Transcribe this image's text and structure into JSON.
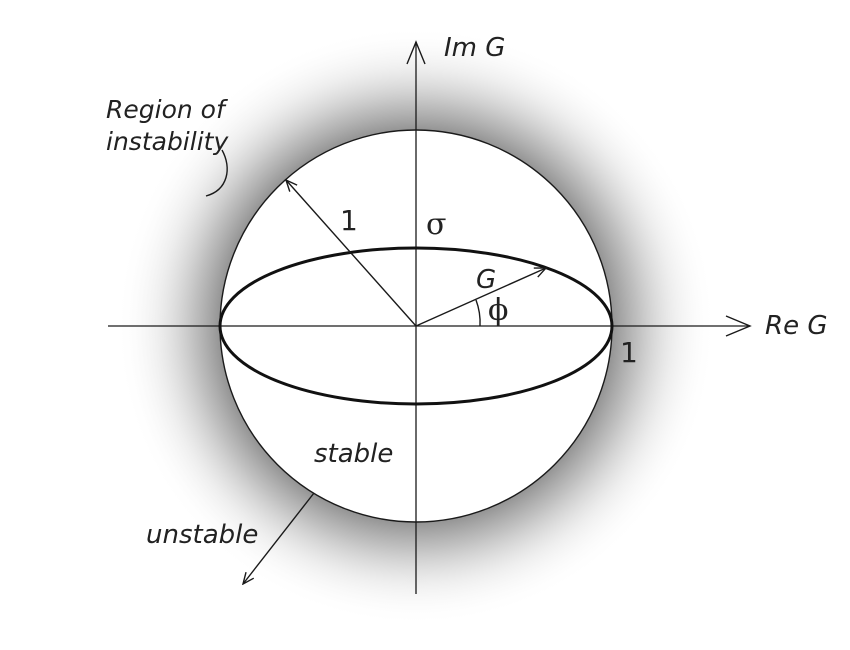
{
  "axes": {
    "imaginary_label": "Im G",
    "real_label": "Re G"
  },
  "labels": {
    "region_line1": "Region of",
    "region_line2": "instability",
    "radius": "1",
    "sigma": "σ",
    "g_vector": "G",
    "phi": "ϕ",
    "real_one": "1",
    "stable": "stable",
    "unstable": "unstable"
  },
  "colors": {
    "ink": "#1a1a1a",
    "shade": "#8c8c8c",
    "background": "#ffffff"
  }
}
